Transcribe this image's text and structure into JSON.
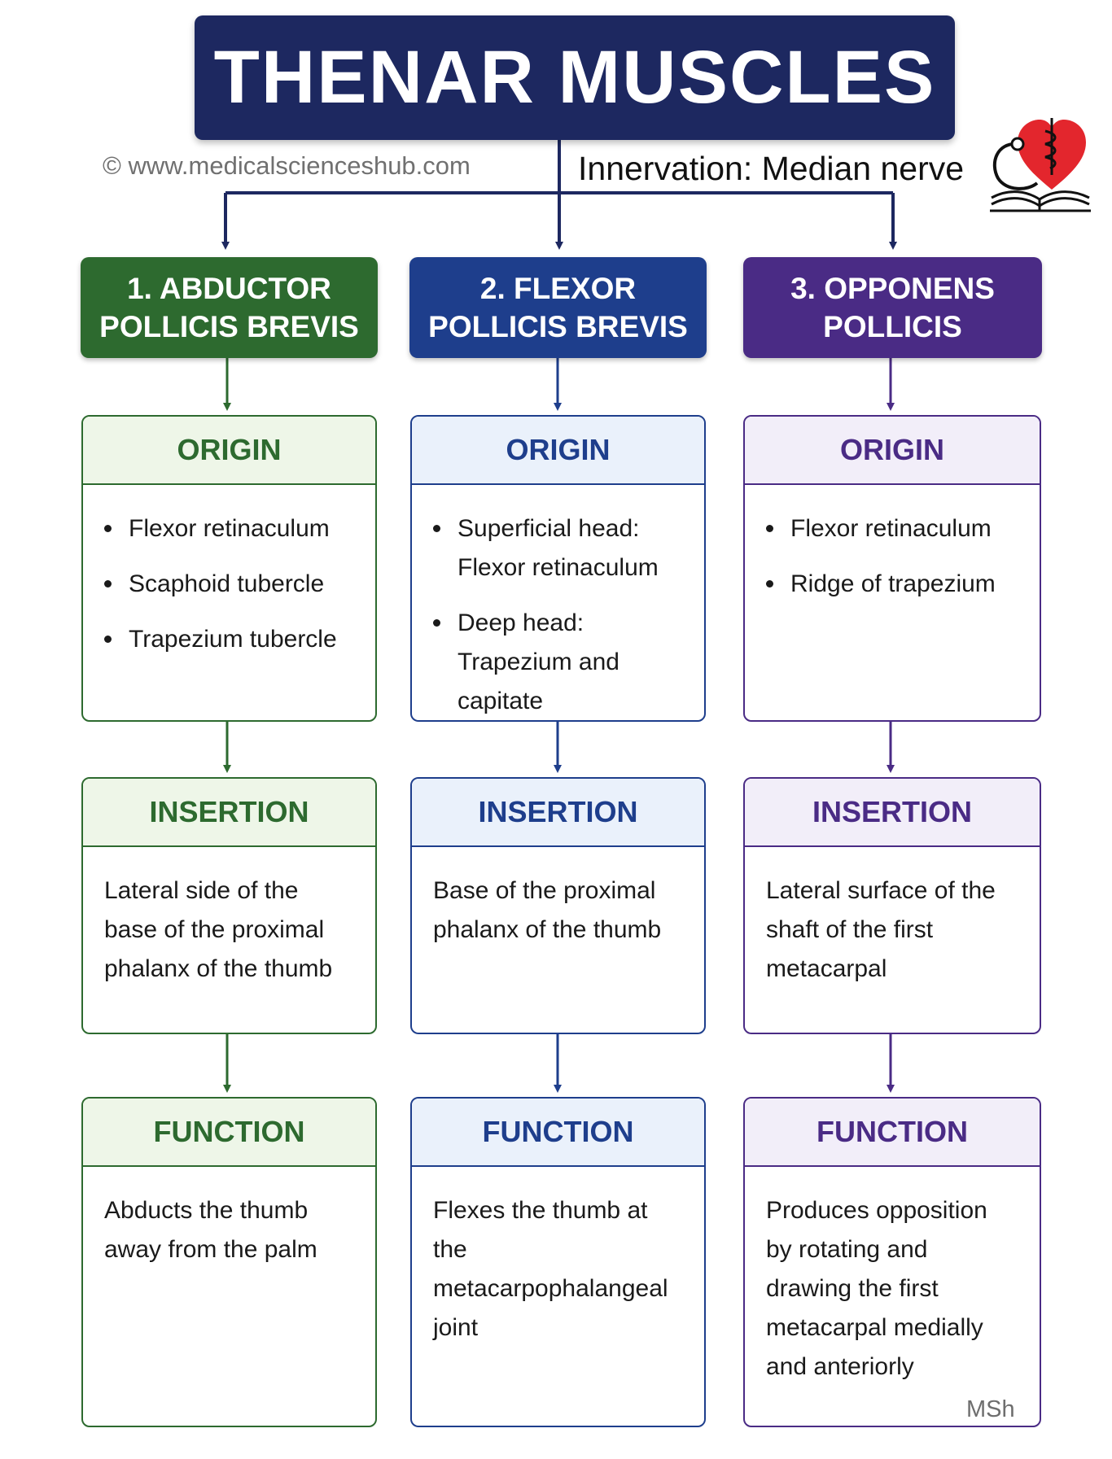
{
  "title": "THENAR MUSCLES",
  "copyright": "© www.medicalscienceshub.com",
  "innervation": "Innervation: Median nerve",
  "signature": "MSh",
  "section_labels": {
    "origin": "ORIGIN",
    "insertion": "INSERTION",
    "function": "FUNCTION"
  },
  "colors": {
    "title_bg": "#1d2860",
    "green": "#2d6a2f",
    "green_light": "#eef6e8",
    "blue": "#1e3e8c",
    "blue_light": "#eaf1fb",
    "purple": "#4a2b85",
    "purple_light": "#f2eef9",
    "arrow": "#1d2860",
    "logo_red": "#e3262d"
  },
  "icons": [
    "down-arrow-icon",
    "heart-stethoscope-book-logo"
  ],
  "muscles": [
    {
      "name": "1. ABDUCTOR\nPOLLICIS BREVIS",
      "color": "green",
      "origin": [
        "Flexor retinaculum",
        "Scaphoid tubercle",
        "Trapezium tubercle"
      ],
      "insertion": "Lateral side of the base of the proximal phalanx of the thumb",
      "function": "Abducts the thumb away from the palm"
    },
    {
      "name": "2. FLEXOR\nPOLLICIS BREVIS",
      "color": "blue",
      "origin": [
        "Superficial head: Flexor retinaculum",
        "Deep head: Trapezium and capitate"
      ],
      "insertion": "Base of the proximal phalanx of the thumb",
      "function": "Flexes the thumb at the metacarpophalangeal joint"
    },
    {
      "name": "3. OPPONENS\nPOLLICIS",
      "color": "purple",
      "origin": [
        "Flexor retinaculum",
        "Ridge of trapezium"
      ],
      "insertion": "Lateral surface of the shaft of the first metacarpal",
      "function": "Produces opposition by rotating and drawing the first metacarpal medially and anteriorly"
    }
  ]
}
